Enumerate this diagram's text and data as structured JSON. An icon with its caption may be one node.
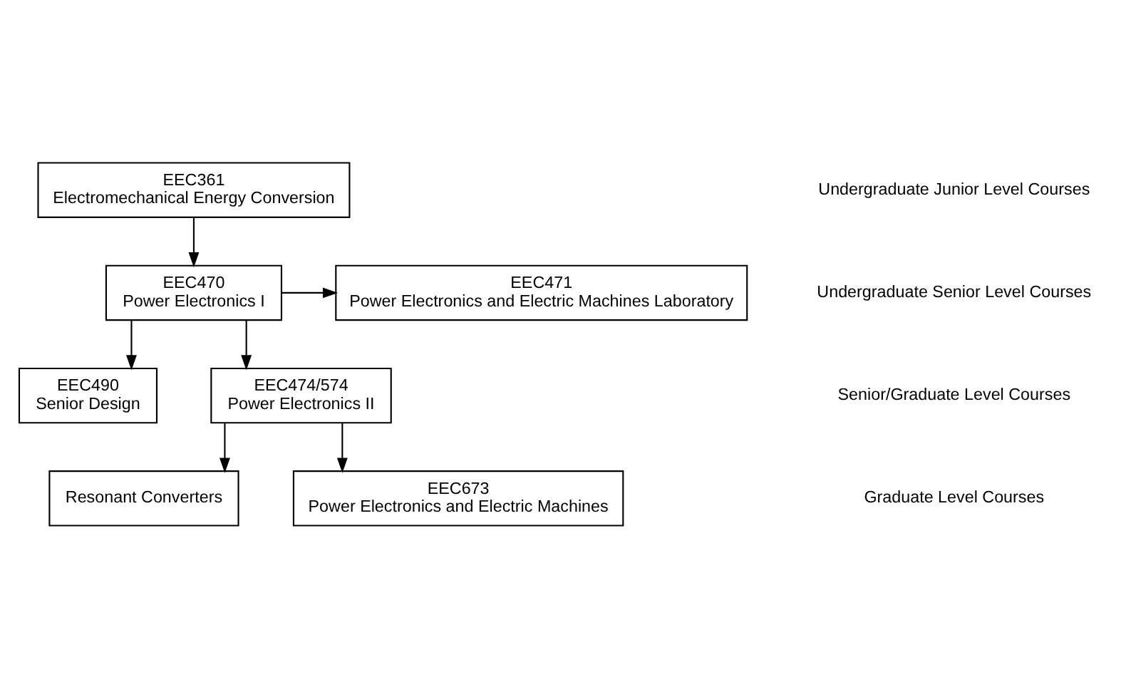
{
  "diagram": {
    "nodes": [
      {
        "text": [
          "EEC361",
          "Electromechanical Energy Conversion"
        ]
      },
      {
        "text": [
          "EEC470",
          "Power Electronics I"
        ]
      },
      {
        "text": [
          "EEC471",
          "Power Electronics and Electric Machines Laboratory"
        ]
      },
      {
        "text": [
          "EEC490",
          "Senior Design"
        ]
      },
      {
        "text": [
          "EEC474/574",
          "Power Electronics II"
        ]
      },
      {
        "text": [
          "Resonant Converters"
        ]
      },
      {
        "text": [
          "EEC673",
          "Power Electronics and Electric Machines"
        ]
      }
    ],
    "edges": [
      {
        "from": 0,
        "to": 1,
        "arrow": "to"
      },
      {
        "from": 1,
        "to": 2,
        "arrow": "to"
      },
      {
        "from": 1,
        "to": 3,
        "arrow": "to"
      },
      {
        "from": 1,
        "to": 4,
        "arrow": "to"
      },
      {
        "from": 4,
        "to": 5,
        "arrow": "to"
      },
      {
        "from": 4,
        "to": 6,
        "arrow": "to"
      }
    ],
    "labels": [
      "Undergraduate Junior Level Courses",
      "Undergraduate Senior Level Courses",
      "Senior/Graduate Level Courses",
      "Graduate Level Courses"
    ]
  }
}
